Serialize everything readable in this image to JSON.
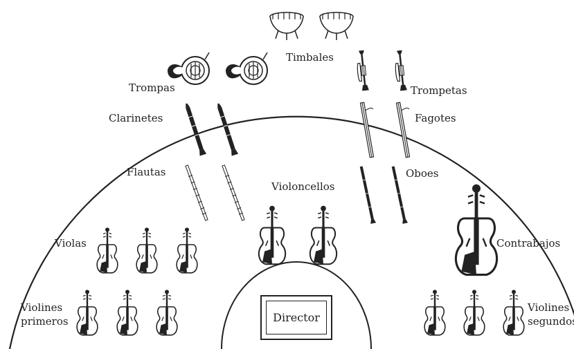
{
  "labels": {
    "timbales": "Timbales",
    "trompas": "Trompas",
    "trompetas": "Trompetas",
    "clarinetes": "Clarinetes",
    "fagotes": "Fagotes",
    "flautas": "Flautas",
    "oboes": "Oboes",
    "violoncellos": "Violoncellos",
    "violas": "Violas",
    "contrabajos": "Contrabajos",
    "violines_primeros_1": "Violines",
    "violines_primeros_2": "primeros",
    "violines_segundos_1": "Violines",
    "violines_segundos_2": "segundos",
    "director": "Director"
  },
  "colors": {
    "ink": "#222222",
    "instrument_body": "#ffffff"
  }
}
